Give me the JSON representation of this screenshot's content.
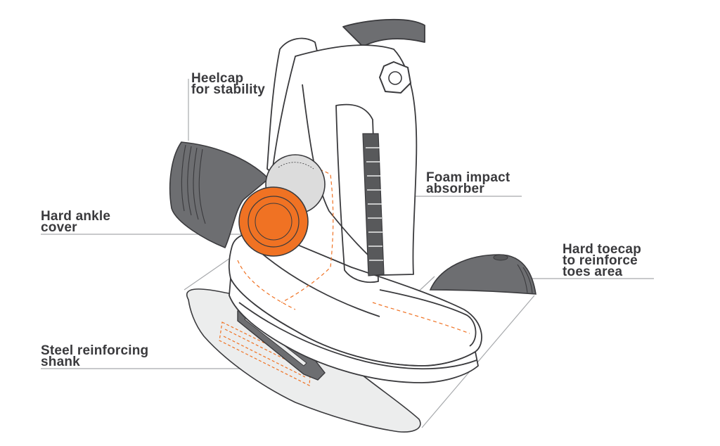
{
  "labels": {
    "heelcap": [
      "Heelcap",
      "for stability"
    ],
    "ankle": [
      "Hard ankle",
      "cover"
    ],
    "foam": [
      "Foam impact",
      "absorber"
    ],
    "toecap": [
      "Hard toecap",
      "to reinforce",
      "toes area"
    ],
    "shank": [
      "Steel reinforcing",
      "shank"
    ]
  },
  "colors": {
    "outline": "#3a3a3d",
    "component_fill": "#6d6e71",
    "component_dark": "#58595b",
    "accent_orange": "#f07223",
    "insole_fill": "#eceded",
    "foam_fill": "#dcdcdc",
    "leader_line": "#a7a9ac"
  },
  "icons": {
    "heelcap": "heelcap-shape",
    "ankle_cover": "orange-disc",
    "foam": "foam-sphere",
    "toecap": "toecap-shape",
    "shank": "steel-shank-plate",
    "boa_dial": "boa-dial"
  }
}
